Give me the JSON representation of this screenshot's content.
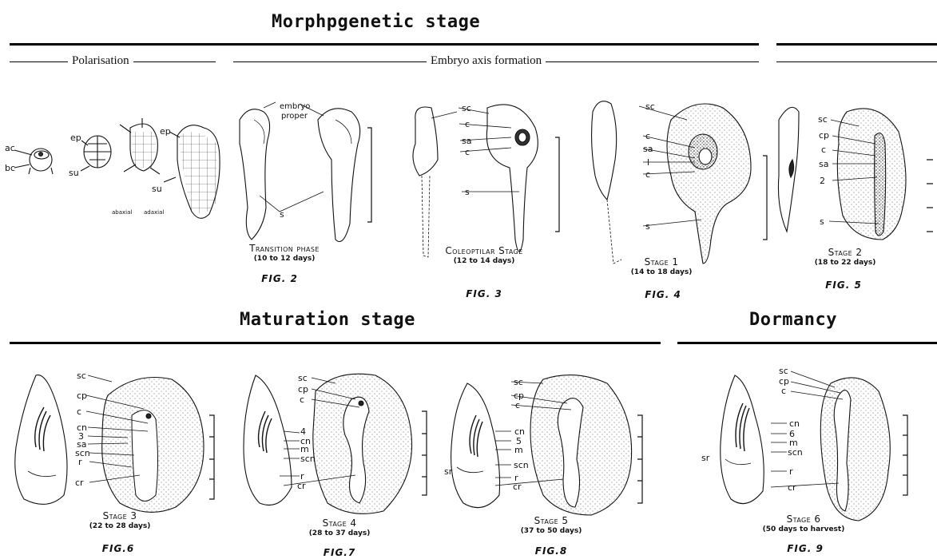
{
  "headings": {
    "morpho": "Morphpgenetic stage",
    "maturation": "Maturation stage",
    "dormancy": "Dormancy"
  },
  "subheadings": {
    "polarisation": "Polarisation",
    "embryo_axis": "Embryo axis formation"
  },
  "polar_labels": {
    "ac": "ac",
    "bc": "bc",
    "ep1": "ep",
    "su1": "su",
    "ep2": "ep",
    "su2": "su",
    "abaxial": "abaxial",
    "adaxial": "adaxial"
  },
  "fig2": {
    "name": "Transition phase",
    "days": "(10 to 12 days)",
    "fig": "FIG. 2",
    "labels": {
      "embryo": "embryo",
      "proper": "proper",
      "s": "s"
    }
  },
  "fig3": {
    "name": "Coleoptilar Stage",
    "days": "(12 to 14 days)",
    "fig": "FIG. 3",
    "labels": {
      "sc": "sc",
      "c1": "c",
      "sa": "sa",
      "c2": "c",
      "s": "s"
    }
  },
  "fig4": {
    "name": "Stage 1",
    "days": "(14 to 18 days)",
    "fig": "FIG. 4",
    "labels": {
      "sc": "sc",
      "c1": "c",
      "sa": "sa",
      "l": "l",
      "c2": "c",
      "s": "s"
    }
  },
  "fig5": {
    "name": "Stage 2",
    "days": "(18 to 22 days)",
    "fig": "FIG. 5",
    "labels": {
      "sc": "sc",
      "cp": "cp",
      "c": "c",
      "sa": "sa",
      "n2": "2",
      "s": "s"
    }
  },
  "fig6": {
    "name": "Stage 3",
    "days": "(22 to 28 days)",
    "fig": "FIG.6",
    "labels": {
      "sc": "sc",
      "cp": "cp",
      "c": "c",
      "cn": "cn",
      "n3": "3",
      "sa": "sa",
      "scn": "scn",
      "r": "r",
      "cr": "cr"
    }
  },
  "fig7": {
    "name": "Stage 4",
    "days": "(28 to 37 days)",
    "fig": "FIG.7",
    "labels": {
      "sc": "sc",
      "cp": "cp",
      "c": "c",
      "n4": "4",
      "cn": "cn",
      "m": "m",
      "scn": "scn",
      "r": "r",
      "cr": "cr"
    }
  },
  "fig8": {
    "name": "Stage 5",
    "days": "(37 to 50 days)",
    "fig": "FIG.8",
    "labels": {
      "sc": "sc",
      "cp": "cp",
      "c": "c",
      "cn": "cn",
      "n5": "5",
      "m": "m",
      "sr": "sr",
      "scn": "scn",
      "r": "r",
      "cr": "cr"
    }
  },
  "fig9": {
    "name": "Stage 6",
    "days": "(50 days to harvest)",
    "fig": "FIG. 9",
    "labels": {
      "sc": "sc",
      "cp": "cp",
      "c": "c",
      "cn": "cn",
      "n6": "6",
      "m": "m",
      "sr": "sr",
      "scn": "scn",
      "r": "r",
      "cr": "cr"
    }
  }
}
